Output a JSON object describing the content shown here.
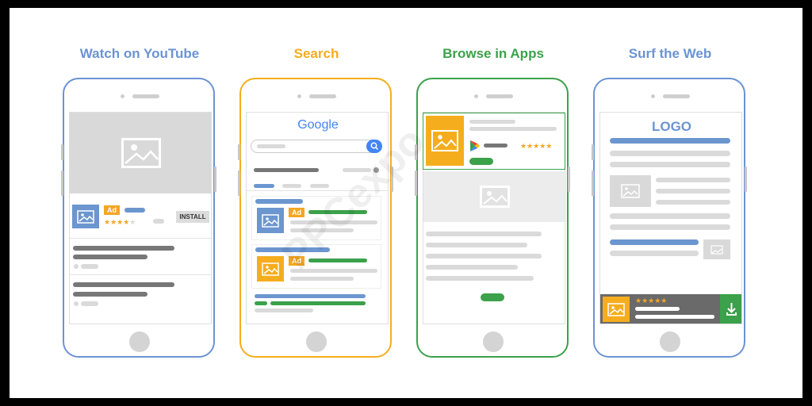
{
  "panels": [
    {
      "title": "Watch on YouTube",
      "color": "#6c93d3",
      "ad_label": "Ad",
      "button_label": "INSTALL"
    },
    {
      "title": "Search",
      "color": "#f5ad1e",
      "brand": "Google",
      "ad_label_1": "Ad",
      "ad_label_2": "Ad"
    },
    {
      "title": "Browse in Apps",
      "color": "#3aa24a"
    },
    {
      "title": "Surf the Web",
      "color": "#6c93d3",
      "logo_text": "LOGO"
    }
  ],
  "watermark": "PPCexpo",
  "colors": {
    "ad_orange": "#f5a623",
    "green": "#3ba14a",
    "blue": "#6b96cf",
    "google_blue": "#4285f4"
  },
  "icons": [
    "image-placeholder-icon",
    "search-icon",
    "play-store-icon",
    "download-icon",
    "star-icon"
  ]
}
